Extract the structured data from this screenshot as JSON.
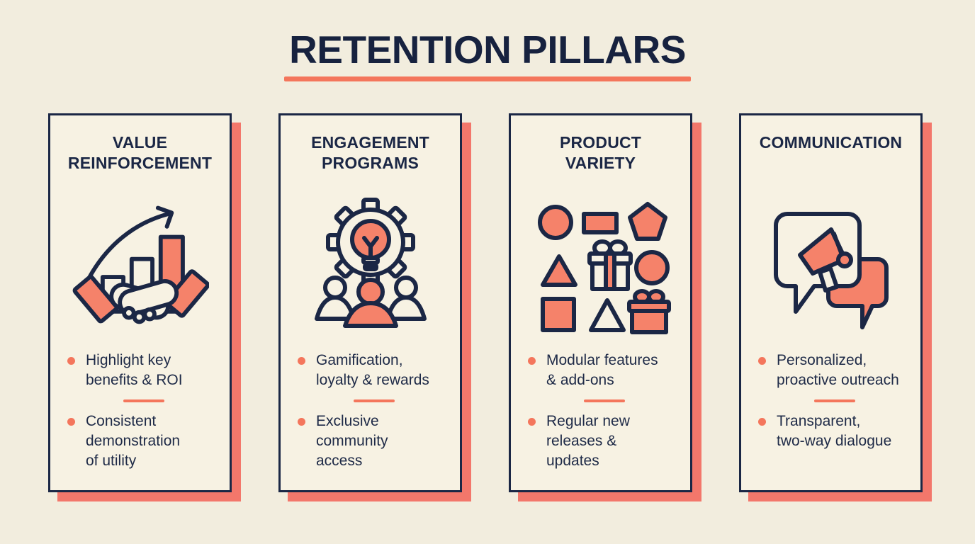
{
  "page": {
    "title": "RETENTION PILLARS"
  },
  "colors": {
    "background": "#F2EDDE",
    "card_background": "#F7F2E3",
    "navy": "#1B2745",
    "coral_accent": "#F4765C",
    "coral_fill": "#F5826A",
    "card_shadow": "#F3776B"
  },
  "pillars": [
    {
      "title": "VALUE\nREINFORCEMENT",
      "icon": "handshake-growth-icon",
      "bullets": [
        "Highlight key\nbenefits & ROI",
        "Consistent\ndemonstration\nof utility"
      ]
    },
    {
      "title": "ENGAGEMENT\nPROGRAMS",
      "icon": "gear-lightbulb-people-icon",
      "bullets": [
        "Gamification,\nloyalty & rewards",
        "Exclusive\ncommunity\naccess"
      ]
    },
    {
      "title": "PRODUCT\nVARIETY",
      "icon": "shapes-gifts-icon",
      "bullets": [
        "Modular features\n& add-ons",
        "Regular new\nreleases &\nupdates"
      ]
    },
    {
      "title": "COMMUNICATION",
      "icon": "megaphone-chat-icon",
      "bullets": [
        "Personalized,\nproactive outreach",
        "Transparent,\ntwo-way dialogue"
      ]
    }
  ]
}
